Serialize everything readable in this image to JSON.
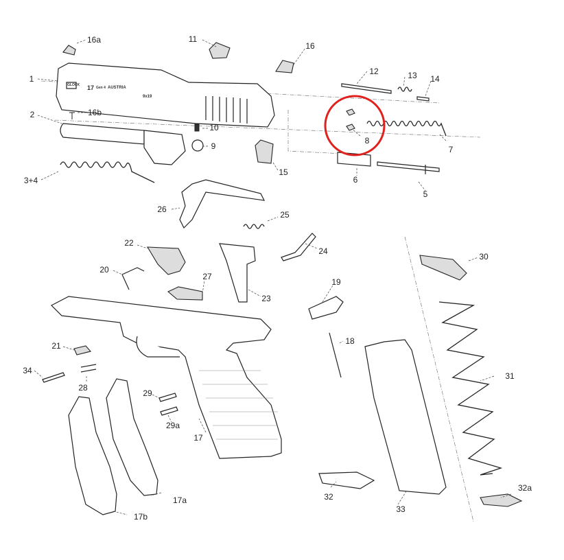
{
  "diagram": {
    "title_engraving": {
      "model": "17",
      "gen": "Gen 4",
      "origin": "AUSTRIA",
      "caliber": "9x19",
      "logo": "GLOCK"
    },
    "highlight_color": "#e0221e",
    "part_labels": [
      "16a",
      "11",
      "16",
      "1",
      "12",
      "13",
      "14",
      "16b",
      "2",
      "10",
      "9",
      "7",
      "8",
      "15",
      "6",
      "5",
      "3+4",
      "26",
      "25",
      "22",
      "24",
      "30",
      "20",
      "27",
      "23",
      "19",
      "18",
      "21",
      "34",
      "28",
      "29",
      "31",
      "29a",
      "17",
      "17a",
      "32",
      "32a",
      "33",
      "17b"
    ]
  }
}
